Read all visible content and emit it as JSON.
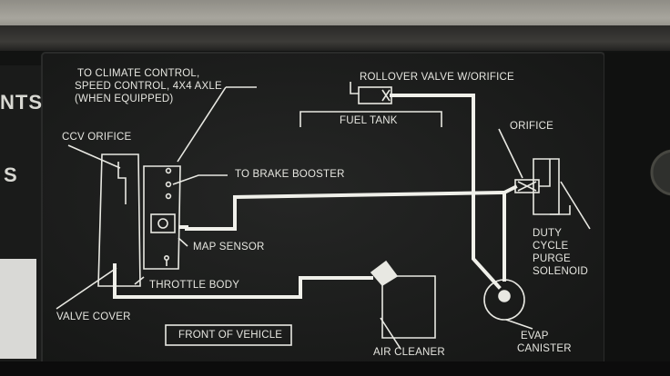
{
  "diagram": {
    "climate_note_1": "TO CLIMATE CONTROL,",
    "climate_note_2": "SPEED CONTROL, 4X4 AXLE",
    "climate_note_3": "(WHEN EQUIPPED)",
    "rollover_valve": "ROLLOVER VALVE W/ORIFICE",
    "fuel_tank": "FUEL TANK",
    "orifice": "ORIFICE",
    "ccv_orifice": "CCV ORIFICE",
    "brake_booster": "TO BRAKE BOOSTER",
    "map_sensor": "MAP SENSOR",
    "throttle_body": "THROTTLE BODY",
    "valve_cover": "VALVE COVER",
    "front_of_vehicle": "FRONT OF VEHICLE",
    "air_cleaner": "AIR CLEANER",
    "duty_cycle_1": "DUTY",
    "duty_cycle_2": "CYCLE",
    "duty_cycle_3": "PURGE",
    "duty_cycle_4": "SOLENOID",
    "evap_1": "EVAP",
    "evap_2": "CANISTER"
  },
  "side_label": {
    "line1": "NTS",
    "line2": "S"
  },
  "colors": {
    "label_plate": "#1c1d1c",
    "ink": "#e6e6e0",
    "hood_panel": "#9a9890"
  }
}
